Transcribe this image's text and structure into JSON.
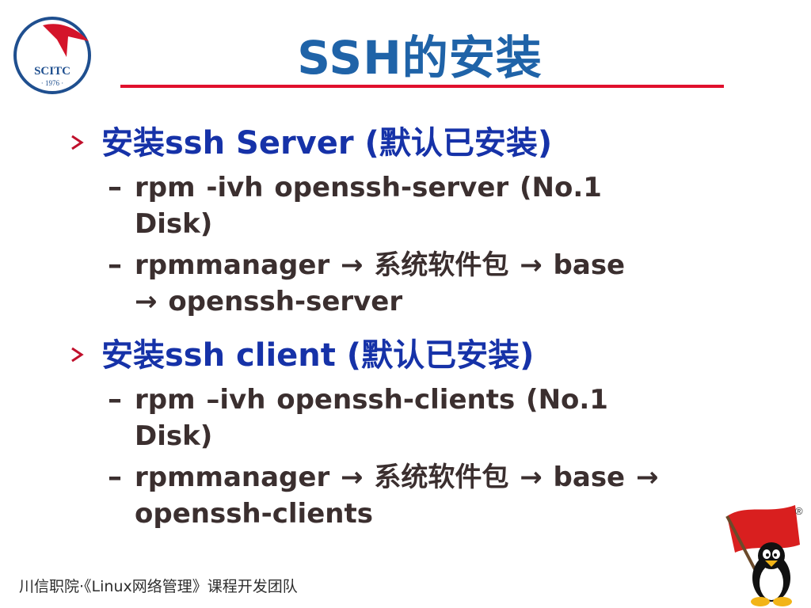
{
  "logo": {
    "text": "SCITC",
    "year": "· 1976 ·"
  },
  "slide": {
    "title": "SSH的安装"
  },
  "bullets": [
    {
      "text": "安装ssh Server  (默认已安装)",
      "subs": [
        {
          "dash": "–",
          "line1": "rpm  -ivh  openssh-server  (No.1",
          "line2": "Disk)"
        },
        {
          "dash": "–",
          "line1": "rpmmanager → 系统软件包 → base",
          "line2": "→ openssh-server"
        }
      ]
    },
    {
      "text": "安装ssh client (默认已安装)",
      "subs": [
        {
          "dash": "–",
          "line1": "rpm –ivh  openssh-clients (No.1",
          "line2": "Disk)"
        },
        {
          "dash": "–",
          "line1": "rpmmanager → 系统软件包 → base →",
          "line2": "openssh-clients"
        }
      ]
    }
  ],
  "footer": {
    "text": "川信职院·《Linux网络管理》课程开发团队"
  },
  "mascot": {
    "registered": "®"
  },
  "colors": {
    "title": "#1f63a8",
    "rule": "#e0102c",
    "bullet": "#1632a8",
    "marker": "#c0102c",
    "body": "#3b2f2f"
  }
}
